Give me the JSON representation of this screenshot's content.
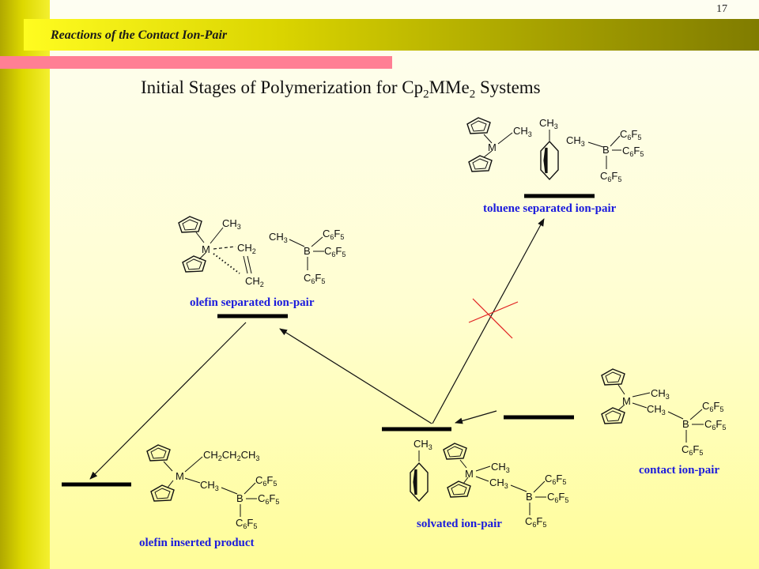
{
  "header": {
    "section_title": "Reactions of the Contact Ion-Pair",
    "page_number": "17"
  },
  "title": {
    "main": "Initial Stages of Polymerization for Cp",
    "sub1": "2",
    "mid": "MMe",
    "sub2": "2",
    "end": " Systems"
  },
  "states": {
    "toluene": "toluene separated ion-pair",
    "olefin_separated": "olefin separated ion-pair",
    "contact": "contact ion-pair",
    "solvated": "solvated ion-pair",
    "inserted": "olefin inserted product"
  },
  "chem": {
    "M": "M",
    "B": "B",
    "CH": "CH",
    "C": "C",
    "F": "F",
    "n2": "2",
    "n3": "3",
    "n5": "5",
    "n6": "6",
    "ch2ch2ch3": "CH2CH2CH3"
  },
  "colors": {
    "label": "#1a1adc",
    "cross": "#e02020",
    "accent_pink": "#ff7f94"
  }
}
